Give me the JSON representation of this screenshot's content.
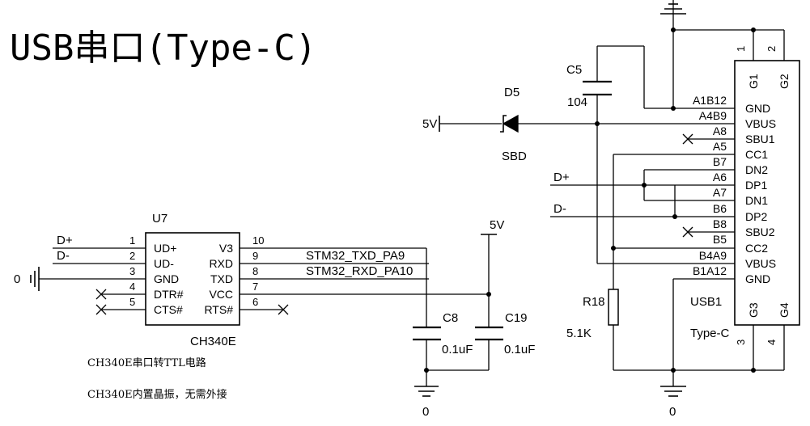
{
  "title": "USB串口(Type-C)",
  "notes": [
    "CH340E串口转TTL电路",
    "CH340E内置晶振，无需外接"
  ],
  "ch340": {
    "ref": "U7",
    "part": "CH340E",
    "left_pins": [
      {
        "num": "1",
        "name": "UD+"
      },
      {
        "num": "2",
        "name": "UD-"
      },
      {
        "num": "3",
        "name": "GND"
      },
      {
        "num": "4",
        "name": "DTR#"
      },
      {
        "num": "5",
        "name": "CTS#"
      }
    ],
    "right_pins": [
      {
        "num": "10",
        "name": "V3"
      },
      {
        "num": "9",
        "name": "RXD"
      },
      {
        "num": "8",
        "name": "TXD"
      },
      {
        "num": "7",
        "name": "VCC"
      },
      {
        "num": "6",
        "name": "RTS#"
      }
    ]
  },
  "nets": {
    "dp": "D+",
    "dm": "D-",
    "txd": "STM32_TXD_PA9",
    "rxd": "STM32_RXD_PA10",
    "v5": "5V",
    "gnd": "0"
  },
  "c8": {
    "ref": "C8",
    "value": "0.1uF"
  },
  "c19": {
    "ref": "C19",
    "value": "0.1uF"
  },
  "c5": {
    "ref": "C5",
    "value": "104"
  },
  "d5": {
    "ref": "D5",
    "value": "SBD"
  },
  "r18": {
    "ref": "R18",
    "value": "5.1K"
  },
  "usb": {
    "ref": "USB1",
    "part": "Type-C",
    "pins": [
      {
        "name": "GND",
        "pad": "A1B12"
      },
      {
        "name": "VBUS",
        "pad": "A4B9"
      },
      {
        "name": "SBU1",
        "pad": "A8"
      },
      {
        "name": "CC1",
        "pad": "A5"
      },
      {
        "name": "DN2",
        "pad": "B7"
      },
      {
        "name": "DP1",
        "pad": "A6"
      },
      {
        "name": "DN1",
        "pad": "A7"
      },
      {
        "name": "DP2",
        "pad": "B6"
      },
      {
        "name": "SBU2",
        "pad": "B8"
      },
      {
        "name": "CC2",
        "pad": "B5"
      },
      {
        "name": "VBUS",
        "pad": "B4A9"
      },
      {
        "name": "GND",
        "pad": "B1A12"
      }
    ],
    "shield": [
      {
        "num": "1",
        "name": "G1"
      },
      {
        "num": "2",
        "name": "G2"
      },
      {
        "num": "3",
        "name": "G3"
      },
      {
        "num": "4",
        "name": "G4"
      }
    ]
  }
}
